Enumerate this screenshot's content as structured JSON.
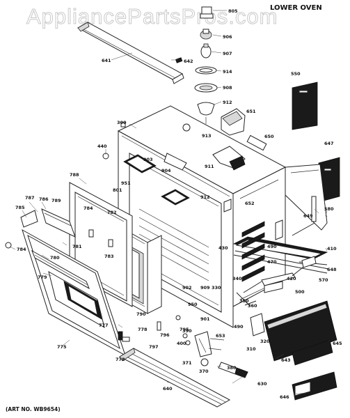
{
  "watermark": "AppliancePartsPros.com",
  "section_title": "LOWER OVEN",
  "art_number": "(ART NO. WB9654)",
  "callouts": {
    "p805": "805",
    "p906": "906",
    "p907": "907",
    "p914": "914",
    "p908": "908",
    "p912a": "912",
    "p913": "913",
    "p651": "651",
    "p650": "650",
    "p641": "641",
    "p642": "642",
    "p550": "550",
    "p647": "647",
    "p300": "300",
    "p440": "440",
    "p903": "903",
    "p904": "904",
    "p911": "911",
    "p951": "951",
    "p788": "788",
    "p801": "801",
    "p912b": "912",
    "p652": "652",
    "p580": "580",
    "p649": "649",
    "p787": "787",
    "p786": "786",
    "p789": "789",
    "p785": "785",
    "p784a": "784",
    "p782": "782",
    "p784b": "784",
    "p781": "781",
    "p783": "783",
    "p780": "780",
    "p779": "779",
    "p430": "430",
    "p490a": "490",
    "p410": "410",
    "p648": "648",
    "p470": "470",
    "p340": "340",
    "p420": "420",
    "p570": "570",
    "p500": "500",
    "p902": "902",
    "p909": "909",
    "p330": "330",
    "p350": "350",
    "p360": "360",
    "p950": "950",
    "p901": "901",
    "p490b": "490",
    "p790": "790",
    "p795": "795",
    "p796": "796",
    "p777": "777",
    "p778a": "778",
    "p797": "797",
    "p390": "390",
    "p653": "653",
    "p400": "400",
    "p371": "371",
    "p370": "370",
    "p380": "380",
    "p630": "630",
    "p320": "320",
    "p310": "310",
    "p645": "645",
    "p643": "643",
    "p775": "775",
    "p778b": "778",
    "p640": "640",
    "p646": "646"
  }
}
